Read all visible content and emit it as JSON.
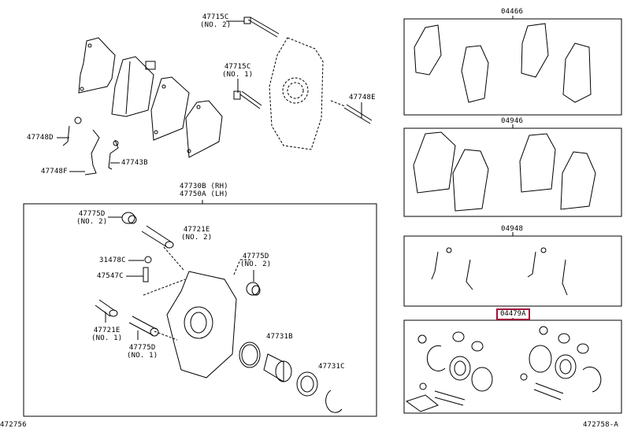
{
  "diagram": {
    "labels": {
      "p47715C_no2": {
        "part": "47715C",
        "note": "(NO. 2)"
      },
      "p47715C_no1": {
        "part": "47715C",
        "note": "(NO. 1)"
      },
      "p47748E": {
        "part": "47748E"
      },
      "p47748D": {
        "part": "47748D"
      },
      "p47748F": {
        "part": "47748F"
      },
      "p47743B": {
        "part": "47743B"
      },
      "caliper_assy": {
        "rh": "47730B (RH)",
        "lh": "47750A (LH)"
      },
      "p47775D_no2_left": {
        "part": "47775D",
        "note": "(NO. 2)"
      },
      "p47721E_no2": {
        "part": "47721E",
        "note": "(NO. 2)"
      },
      "p31478C": {
        "part": "31478C"
      },
      "p47547C": {
        "part": "47547C"
      },
      "p47775D_no2_right": {
        "part": "47775D",
        "note": "(NO. 2)"
      },
      "p47721E_no1": {
        "part": "47721E",
        "note": "(NO. 1)"
      },
      "p47775D_no1": {
        "part": "47775D",
        "note": "(NO. 1)"
      },
      "p47731B": {
        "part": "47731B"
      },
      "p47731C": {
        "part": "47731C"
      }
    },
    "kits": [
      {
        "part": "04466"
      },
      {
        "part": "04946"
      },
      {
        "part": "04948"
      },
      {
        "part": "04479A",
        "highlighted": true
      }
    ],
    "footer_left": "472756",
    "footer_right": "472758-A",
    "highlight_color": "#a0123a"
  }
}
